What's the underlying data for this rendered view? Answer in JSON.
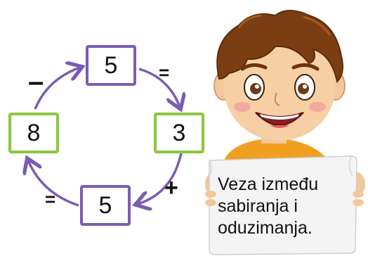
{
  "cycle": {
    "top_value": "5",
    "right_value": "3",
    "bottom_value": "5",
    "left_value": "8",
    "op_minus": "–",
    "op_equals_right": "=",
    "op_plus": "+",
    "op_equals_left": "="
  },
  "caption": {
    "line1": "Veza između",
    "line2": "sabiranja i",
    "line3": "oduzimanja."
  },
  "colors": {
    "purple": "#7a5cb3",
    "green": "#8dc63f",
    "arrow": "#7a5cb3"
  }
}
